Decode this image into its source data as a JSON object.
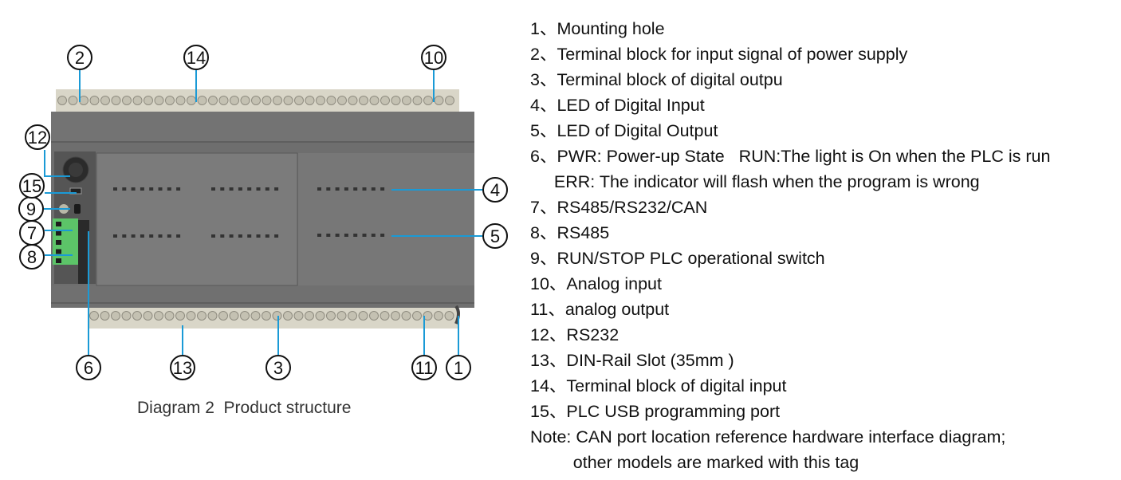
{
  "callouts": [
    "1",
    "2",
    "3",
    "4",
    "5",
    "6",
    "7",
    "8",
    "9",
    "10",
    "11",
    "12",
    "13",
    "14",
    "15"
  ],
  "caption": "Diagram 2  Product structure",
  "legend": [
    "1、Mounting hole",
    "2、Terminal block for input signal of power supply",
    "3、Terminal block of digital outpu",
    "4、LED of Digital Input",
    "5、LED of Digital Output",
    "6、PWR: Power-up State   RUN:The light is On when the PLC is run",
    "     ERR: The indicator will flash when the program is wrong",
    "7、RS485/RS232/CAN",
    "8、RS485",
    "9、RUN/STOP PLC operational switch",
    "10、Analog input",
    "11、analog output",
    "12、RS232",
    "13、DIN-Rail Slot (35mm )",
    "14、Terminal block of digital input",
    "15、PLC USB programming port",
    "Note: CAN port location reference hardware interface diagram;",
    "         other models are marked with this tag"
  ],
  "colors": {
    "leader": "#1a9ad6",
    "body": "#6e6e6e",
    "terminal": "#d9d6c8",
    "connector": "#5cc468"
  }
}
